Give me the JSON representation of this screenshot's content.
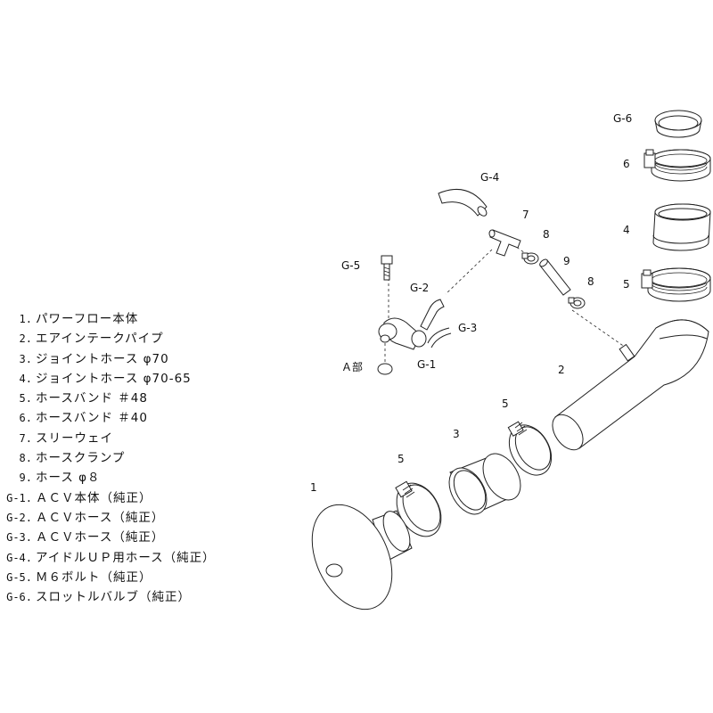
{
  "legend": [
    {
      "num": "1.",
      "text": "パワーフロー本体"
    },
    {
      "num": "2.",
      "text": "エアインテークパイプ"
    },
    {
      "num": "3.",
      "text": "ジョイントホース φ70"
    },
    {
      "num": "4.",
      "text": "ジョイントホース φ70-65"
    },
    {
      "num": "5.",
      "text": "ホースバンド ＃48"
    },
    {
      "num": "6.",
      "text": "ホースバンド ＃40"
    },
    {
      "num": "7.",
      "text": "スリーウェイ"
    },
    {
      "num": "8.",
      "text": "ホースクランプ"
    },
    {
      "num": "9.",
      "text": "ホース φ８"
    },
    {
      "num": "G-1.",
      "text": "ＡＣＶ本体（純正）"
    },
    {
      "num": "G-2.",
      "text": "ＡＣＶホース（純正）"
    },
    {
      "num": "G-3.",
      "text": "ＡＣＶホース（純正）"
    },
    {
      "num": "G-4.",
      "text": "アイドルＵＰ用ホース（純正）"
    },
    {
      "num": "G-5.",
      "text": "Ｍ６ボルト（純正）"
    },
    {
      "num": "G-6.",
      "text": "スロットルバルブ（純正）"
    }
  ],
  "callouts": {
    "g6": "G-6",
    "p6": "6",
    "p4": "4",
    "p5_upper": "5",
    "g4": "G-4",
    "p7": "7",
    "p8_upper": "8",
    "p9": "9",
    "p8_lower": "8",
    "g5": "G-5",
    "g2": "G-2",
    "g3": "G-3",
    "g1": "G-1",
    "a_section": "Ａ部",
    "p2": "2",
    "p5_mid": "5",
    "p3": "3",
    "p5_lower": "5",
    "p1": "1"
  }
}
